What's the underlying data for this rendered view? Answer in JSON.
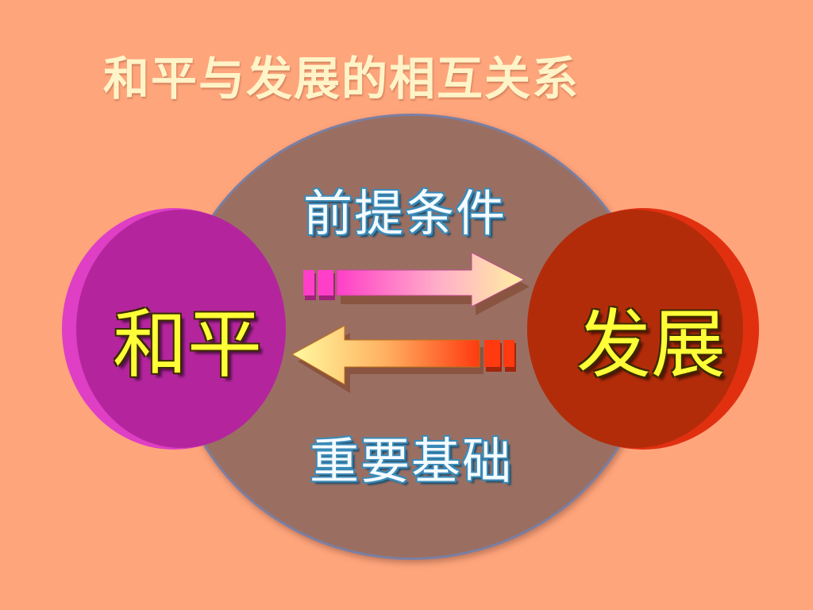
{
  "slide": {
    "title": "和平与发展的相互关系"
  },
  "diagram": {
    "left_node": "和平",
    "right_node": "发展",
    "top_relation": "前提条件",
    "bottom_relation": "重要基础"
  },
  "colors": {
    "background": "#ffa57c",
    "ellipse": "#9a6f62",
    "peace_circle": "#b4259d",
    "development_circle": "#b32c0a",
    "node_text": "#ffff38",
    "relation_text": "#f4fbff"
  }
}
